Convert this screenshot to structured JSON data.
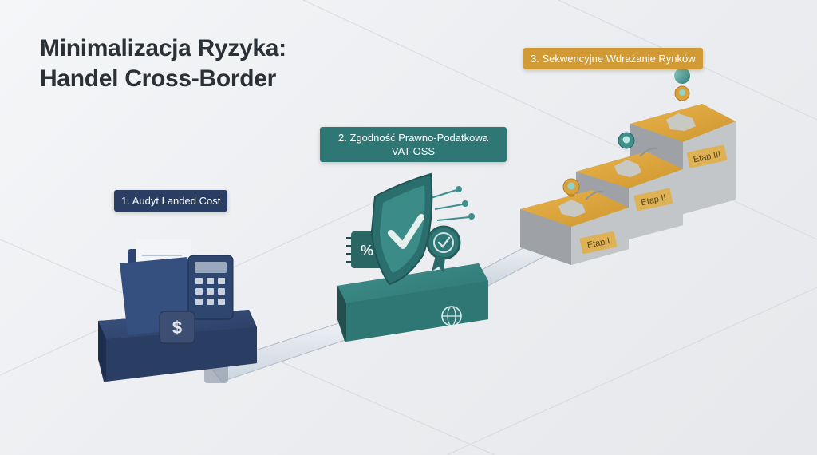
{
  "title": {
    "line1": "Minimalizacja Ryzyka:",
    "line2": "Handel Cross-Border"
  },
  "steps": [
    {
      "label": "1. Audyt Landed Cost"
    },
    {
      "label_line1": "2. Zgodność Prawno-Podatkowa",
      "label_line2": "VAT OSS"
    },
    {
      "label": "3. Sekwencyjne Wdrażanie Rynków"
    }
  ],
  "stages": [
    {
      "label": "Etap I"
    },
    {
      "label": "Etap II"
    },
    {
      "label": "Etap III"
    }
  ],
  "icons": {
    "percent_symbol": "%",
    "dollar_symbol": "$"
  },
  "colors": {
    "navy": "#2a3e63",
    "teal": "#2f7775",
    "gold": "#d19a35",
    "concrete": "#b9bcbf",
    "glass": "#dfe6ee"
  }
}
